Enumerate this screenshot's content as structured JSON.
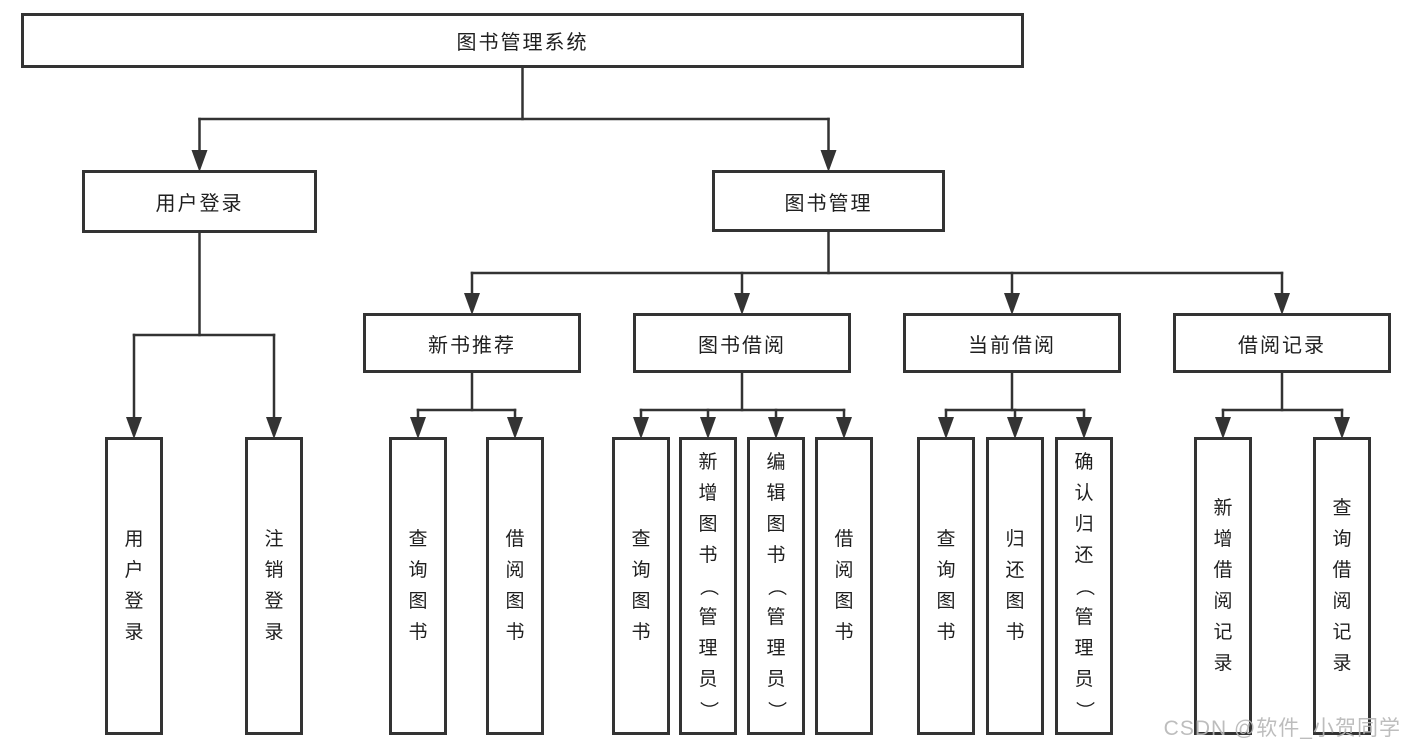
{
  "diagram": {
    "title": "图书管理系统",
    "colors": {
      "line": "#333333",
      "border": "#333333",
      "text": "#1f1f1f",
      "background": "#ffffff",
      "watermark": "#b7b7b7"
    },
    "nodes": [
      {
        "id": "root",
        "label": "图书管理系统",
        "vertical": false,
        "parent": null
      },
      {
        "id": "user-login",
        "label": "用户登录",
        "vertical": false,
        "parent": "root"
      },
      {
        "id": "book-mgmt",
        "label": "图书管理",
        "vertical": false,
        "parent": "root"
      },
      {
        "id": "new-book-rec",
        "label": "新书推荐",
        "vertical": false,
        "parent": "book-mgmt"
      },
      {
        "id": "book-borrow",
        "label": "图书借阅",
        "vertical": false,
        "parent": "book-mgmt"
      },
      {
        "id": "current-borrow",
        "label": "当前借阅",
        "vertical": false,
        "parent": "book-mgmt"
      },
      {
        "id": "borrow-records",
        "label": "借阅记录",
        "vertical": false,
        "parent": "book-mgmt"
      },
      {
        "id": "leaf-user-login",
        "label": "用户登录",
        "vertical": true,
        "parent": "user-login"
      },
      {
        "id": "leaf-logout",
        "label": "注销登录",
        "vertical": true,
        "parent": "user-login"
      },
      {
        "id": "leaf-nb-query",
        "label": "查询图书",
        "vertical": true,
        "parent": "new-book-rec"
      },
      {
        "id": "leaf-nb-borrow",
        "label": "借阅图书",
        "vertical": true,
        "parent": "new-book-rec"
      },
      {
        "id": "leaf-bb-query",
        "label": "查询图书",
        "vertical": true,
        "parent": "book-borrow"
      },
      {
        "id": "leaf-bb-add",
        "label": "新增图书（管理员）",
        "vertical": true,
        "parent": "book-borrow"
      },
      {
        "id": "leaf-bb-edit",
        "label": "编辑图书（管理员）",
        "vertical": true,
        "parent": "book-borrow"
      },
      {
        "id": "leaf-bb-borrow",
        "label": "借阅图书",
        "vertical": true,
        "parent": "book-borrow"
      },
      {
        "id": "leaf-cb-query",
        "label": "查询图书",
        "vertical": true,
        "parent": "current-borrow"
      },
      {
        "id": "leaf-cb-return",
        "label": "归还图书",
        "vertical": true,
        "parent": "current-borrow"
      },
      {
        "id": "leaf-cb-confirm",
        "label": "确认归还（管理员）",
        "vertical": true,
        "parent": "current-borrow"
      },
      {
        "id": "leaf-br-add",
        "label": "新增借阅记录",
        "vertical": true,
        "parent": "borrow-records"
      },
      {
        "id": "leaf-br-query",
        "label": "查询借阅记录",
        "vertical": true,
        "parent": "borrow-records"
      }
    ],
    "watermark": "CSDN @软件_小贺同学"
  }
}
